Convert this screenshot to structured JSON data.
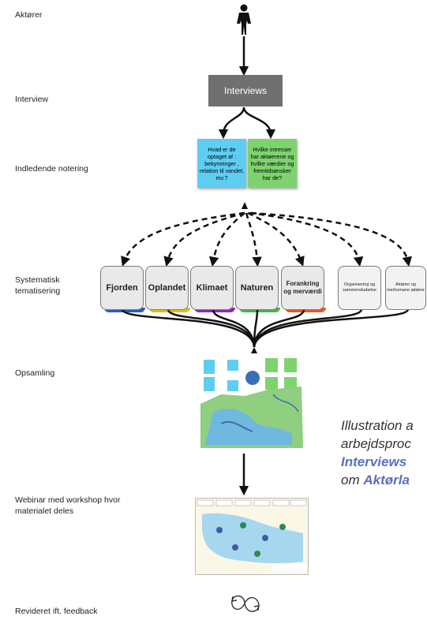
{
  "stages": [
    {
      "label": "Aktører"
    },
    {
      "label": "Interview"
    },
    {
      "label": "Indledende notering"
    },
    {
      "label": "Systematisk tematisering"
    },
    {
      "label": "Opsamling"
    },
    {
      "label": "Webinar med workshop hvor materialet deles"
    },
    {
      "label": "Revideret ift. feedback"
    }
  ],
  "interviews": {
    "label": "Interviews",
    "color": "#707070"
  },
  "notes": [
    {
      "text": "Hvad er de optaget af : bekymringer , relation til vandet, mv.?",
      "color": "#5ecdf2"
    },
    {
      "text": "Hvilke intresser har aktøerene og hvilke værdier og fremtidsønsker har de?",
      "color": "#7ed36f"
    }
  ],
  "themes": [
    {
      "label": "Fjorden",
      "accent": "#2a5fb8",
      "size": "big"
    },
    {
      "label": "Oplandet",
      "accent": "#d8c21a",
      "size": "big"
    },
    {
      "label": "Klimaet",
      "accent": "#8a2bb0",
      "size": "big"
    },
    {
      "label": "Naturen",
      "accent": "#4caf50",
      "size": "big"
    },
    {
      "label": "Forankring og merværdi",
      "accent": "#e05a2a",
      "size": "mid"
    },
    {
      "label": "Organisering og sammenskabelse",
      "accent": "#9e9e9e",
      "size": "small"
    },
    {
      "label": "Aktører og nonhumane aktører",
      "accent": "#9e9e9e",
      "size": "small"
    }
  ],
  "caption": {
    "line1": "Illustration a",
    "line2": "arbejdsproc",
    "line3": "Interviews",
    "line4a": "om ",
    "line4b": "Aktørla"
  },
  "icons": {
    "person": "person-icon",
    "cycle": "cycle-icon"
  }
}
